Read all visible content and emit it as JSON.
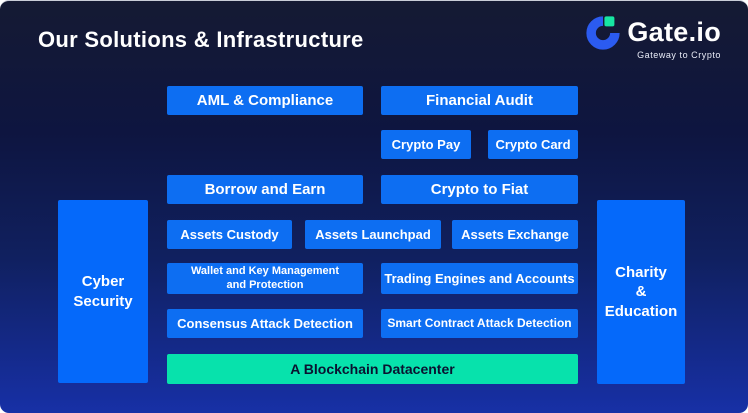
{
  "header": {
    "title": "Our Solutions & Infrastructure"
  },
  "logo": {
    "wordmark": "Gate.io",
    "tagline": "Gateway to Crypto",
    "mark_blue": "#2B5BF0",
    "mark_green": "#17E6A2"
  },
  "pillars": {
    "cyber": {
      "lines": [
        "Cyber",
        "Security"
      ]
    },
    "charity": {
      "lines": [
        "Charity",
        "&",
        "Education"
      ]
    }
  },
  "boxes": {
    "aml": "AML & Compliance",
    "financial_audit": "Financial Audit",
    "crypto_pay": "Crypto Pay",
    "crypto_card": "Crypto Card",
    "borrow_earn": "Borrow and Earn",
    "crypto_to_fiat": "Crypto to Fiat",
    "assets_custody": "Assets Custody",
    "assets_launchpad": "Assets Launchpad",
    "assets_exchange": "Assets Exchange",
    "wallet_key": {
      "lines": [
        "Wallet and Key Management",
        "and Protection"
      ]
    },
    "trading_engines": "Trading Engines and Accounts",
    "consensus_attack": "Consensus Attack Detection",
    "smart_contract_attack": "Smart Contract Attack Detection",
    "datacenter": "A Blockchain Datacenter"
  },
  "colors": {
    "box_blue": "#0D6EF2",
    "pillar_blue": "#0569FA",
    "datacenter_teal": "#07E2AC",
    "bg_top": "#151A33",
    "bg_bottom": "#1730A6",
    "text_light": "#FFFFFF",
    "text_dark": "#0A1230"
  }
}
